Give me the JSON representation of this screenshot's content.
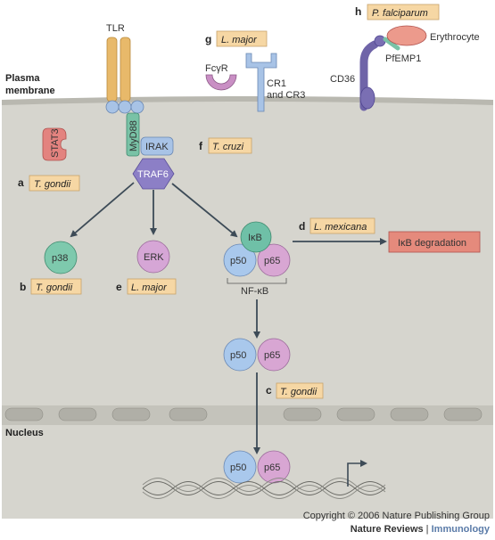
{
  "regions": {
    "plasma_membrane": [
      "Plasma",
      "membrane"
    ],
    "nucleus": "Nucleus"
  },
  "molecules": {
    "tlr": "TLR",
    "myd88": "MyD88",
    "irak": "IRAK",
    "traf6": "TRAF6",
    "stat3": "STAT3",
    "p38": "p38",
    "erk": "ERK",
    "ikb": "IκB",
    "p50": "p50",
    "p65": "p65",
    "nfkb": "NF-κB",
    "ikb_degradation": "IκB degradation",
    "fcgr": "FcγR",
    "cr": [
      "CR1",
      "and CR3"
    ],
    "cd36": "CD36",
    "pfemp1": "PfEMP1",
    "erythrocyte": "Erythrocyte"
  },
  "pathogens": [
    {
      "letter": "a",
      "name": "T. gondii"
    },
    {
      "letter": "b",
      "name": "T. gondii"
    },
    {
      "letter": "c",
      "name": "T. gondii"
    },
    {
      "letter": "d",
      "name": "L. mexicana"
    },
    {
      "letter": "e",
      "name": "L. major"
    },
    {
      "letter": "f",
      "name": "T. cruzi"
    },
    {
      "letter": "g",
      "name": "L. major"
    },
    {
      "letter": "h",
      "name": "P. falciparum"
    }
  ],
  "footer": {
    "copyright": "Copyright © 2006 Nature Publishing Group",
    "journal": "Nature Reviews",
    "separator": " | ",
    "section": "Immunology"
  },
  "colors": {
    "cytoplasm": "#d6d5ce",
    "membrane": "#c7c6be",
    "tag_fill": "#f6d7a4",
    "tag_stroke": "#c8a36b",
    "tlr": "#e8b96a",
    "tlr_bead": "#a8c3e6",
    "myd88": "#79c2a6",
    "irak": "#a8c3e6",
    "traf6": "#8c7fc6",
    "p50": "#a9c8ec",
    "p65": "#d8a6d3",
    "ikb": "#6fc0a7",
    "stat3": "#e3837f",
    "degradation": "#e58a7c"
  }
}
